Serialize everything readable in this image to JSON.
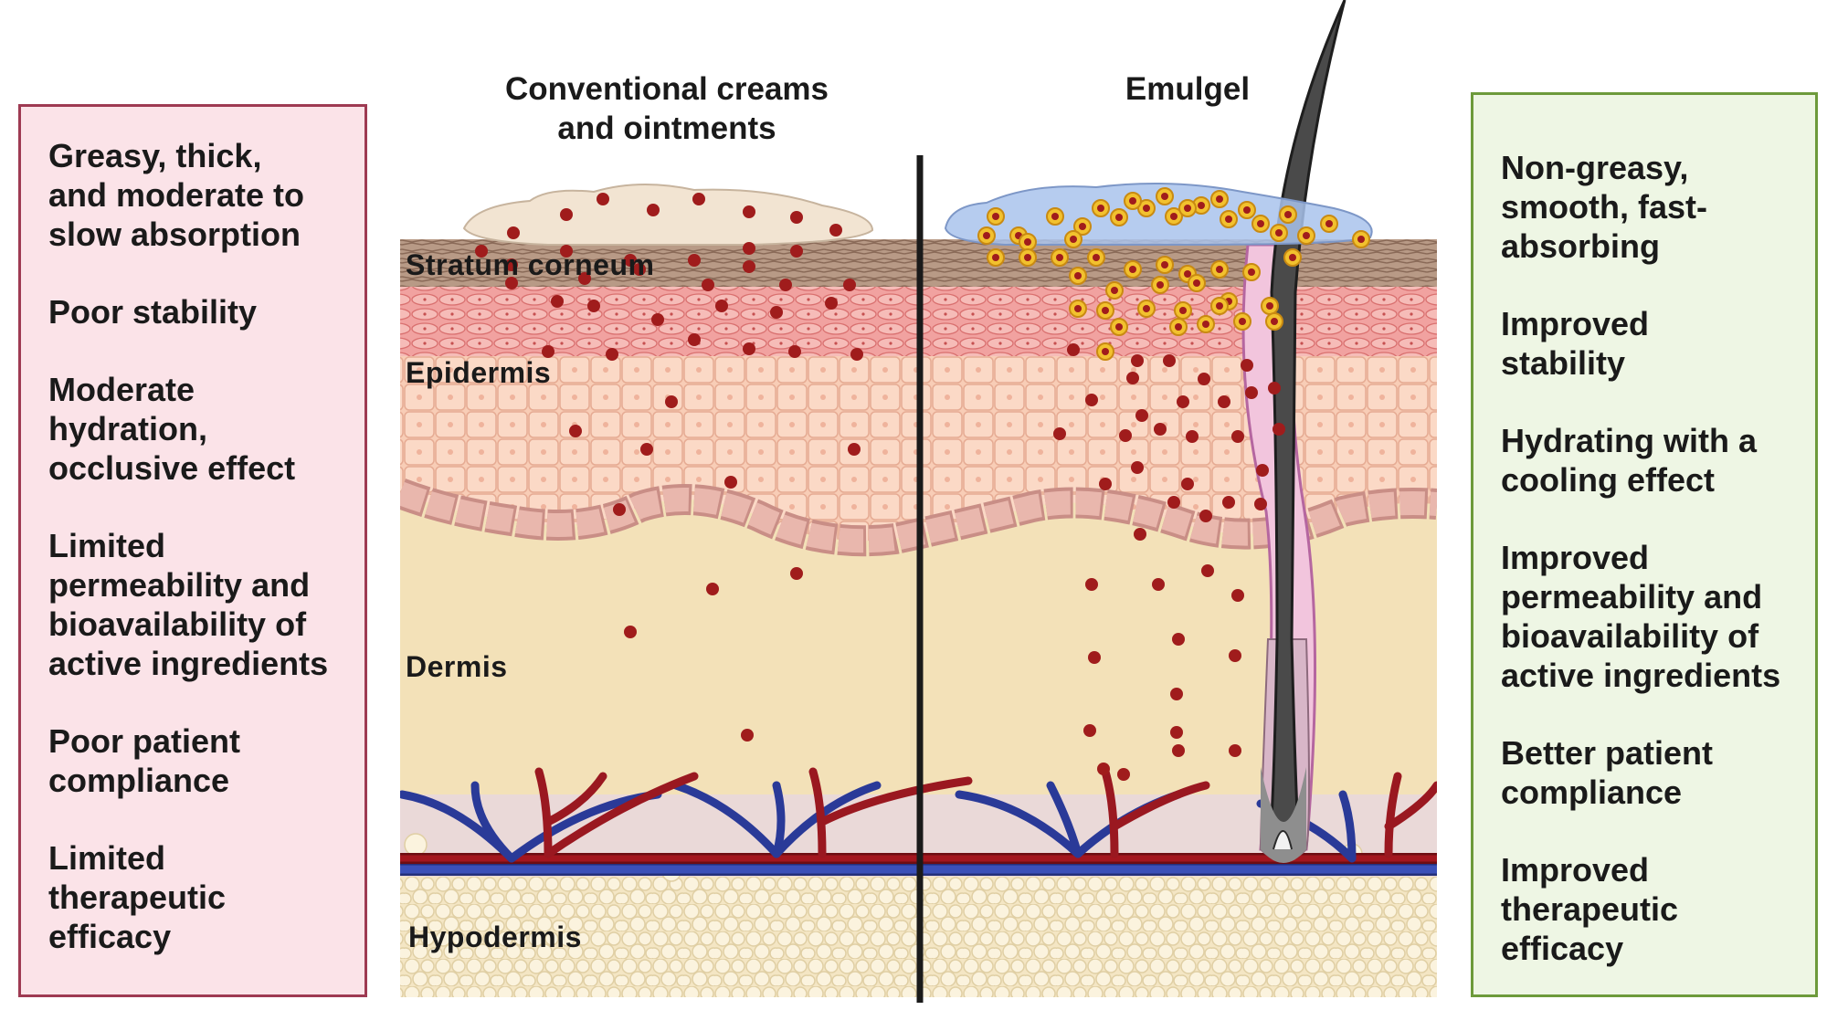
{
  "headings": {
    "conventional": "Conventional creams\nand ointments",
    "emulgel": "Emulgel"
  },
  "layers": {
    "stratum_corneum": "Stratum corneum",
    "epidermis": "Epidermis",
    "dermis": "Dermis",
    "hypodermis": "Hypodermis"
  },
  "left_panel": [
    "Greasy, thick,\nand moderate to\nslow absorption",
    "Poor stability",
    "Moderate\nhydration,\nocclusive effect",
    "Limited\npermeability and\nbioavailability of\nactive ingredients",
    "Poor patient\ncompliance",
    "Limited\ntherapeutic\nefficacy"
  ],
  "right_panel": [
    "Non-greasy,\nsmooth, fast-\nabsorbing",
    "Improved\nstability",
    "Hydrating with a\ncooling effect",
    "Improved\npermeability and\nbioavailability of\nactive ingredients",
    "Better patient\ncompliance",
    "Improved\ntherapeutic\nefficacy"
  ],
  "colors": {
    "left_border": "#9e3a52",
    "left_fill": "#fbe3e8",
    "right_border": "#6d9a3b",
    "right_fill": "#eef6e4",
    "drug_particle": "#a01c1c",
    "emulgel_droplet": "#f2c12e",
    "emulgel_base": "#a9c3ec",
    "cream_base": "#f2e4d2"
  }
}
